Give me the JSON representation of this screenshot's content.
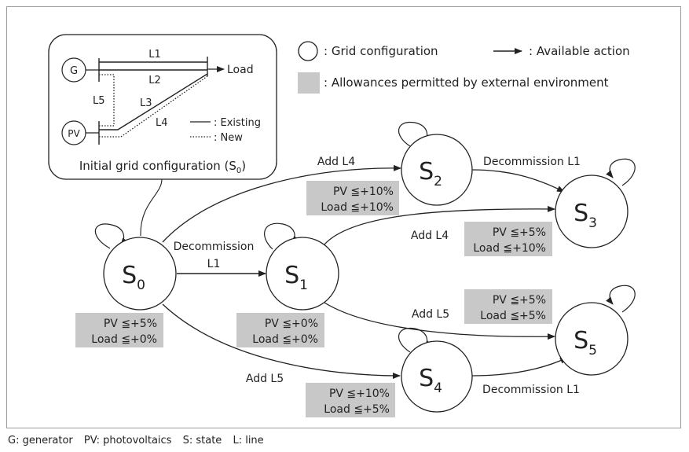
{
  "legend": {
    "grid_configuration": ": Grid configuration",
    "available_action": ": Available action",
    "allowances": ": Allowances permitted by external environment"
  },
  "inset": {
    "nodes": {
      "generator": "G",
      "photovoltaics": "PV",
      "load": "Load"
    },
    "lines": {
      "l1": "L1",
      "l2": "L2",
      "l3": "L3",
      "l4": "L4",
      "l5": "L5"
    },
    "key": {
      "existing": ": Existing",
      "new": ": New"
    },
    "caption": "Initial grid configuration (S",
    "caption_sub": "0",
    "caption_end": ")"
  },
  "states": {
    "s0": {
      "letter": "S",
      "sub": "0"
    },
    "s1": {
      "letter": "S",
      "sub": "1"
    },
    "s2": {
      "letter": "S",
      "sub": "2"
    },
    "s3": {
      "letter": "S",
      "sub": "3"
    },
    "s4": {
      "letter": "S",
      "sub": "4"
    },
    "s5": {
      "letter": "S",
      "sub": "5"
    }
  },
  "actions": {
    "s0_s1_line1": "Decommission",
    "s0_s1_line2": "L1",
    "s0_s2": "Add L4",
    "s0_s4": "Add L5",
    "s1_s3": "Add L4",
    "s1_s5": "Add L5",
    "s2_s3": "Decommission L1",
    "s4_s5": "Decommission L1"
  },
  "allowances": {
    "s0": {
      "pv": "PV ≦+5%",
      "load": "Load ≦+0%"
    },
    "s1": {
      "pv": "PV ≦+0%",
      "load": "Load ≦+0%"
    },
    "s2": {
      "pv": "PV ≦+10%",
      "load": "Load ≦+10%"
    },
    "s3": {
      "pv": "PV ≦+5%",
      "load": "Load ≦+10%"
    },
    "s4": {
      "pv": "PV ≦+10%",
      "load": "Load ≦+5%"
    },
    "s5": {
      "pv": "PV ≦+5%",
      "load": "Load ≦+5%"
    }
  },
  "footer": {
    "g": "G: generator",
    "pv": "PV: photovoltaics",
    "s": "S: state",
    "l": "L: line"
  },
  "colors": {
    "allowance_fill": "#c8c8c8",
    "stroke": "#222222"
  }
}
